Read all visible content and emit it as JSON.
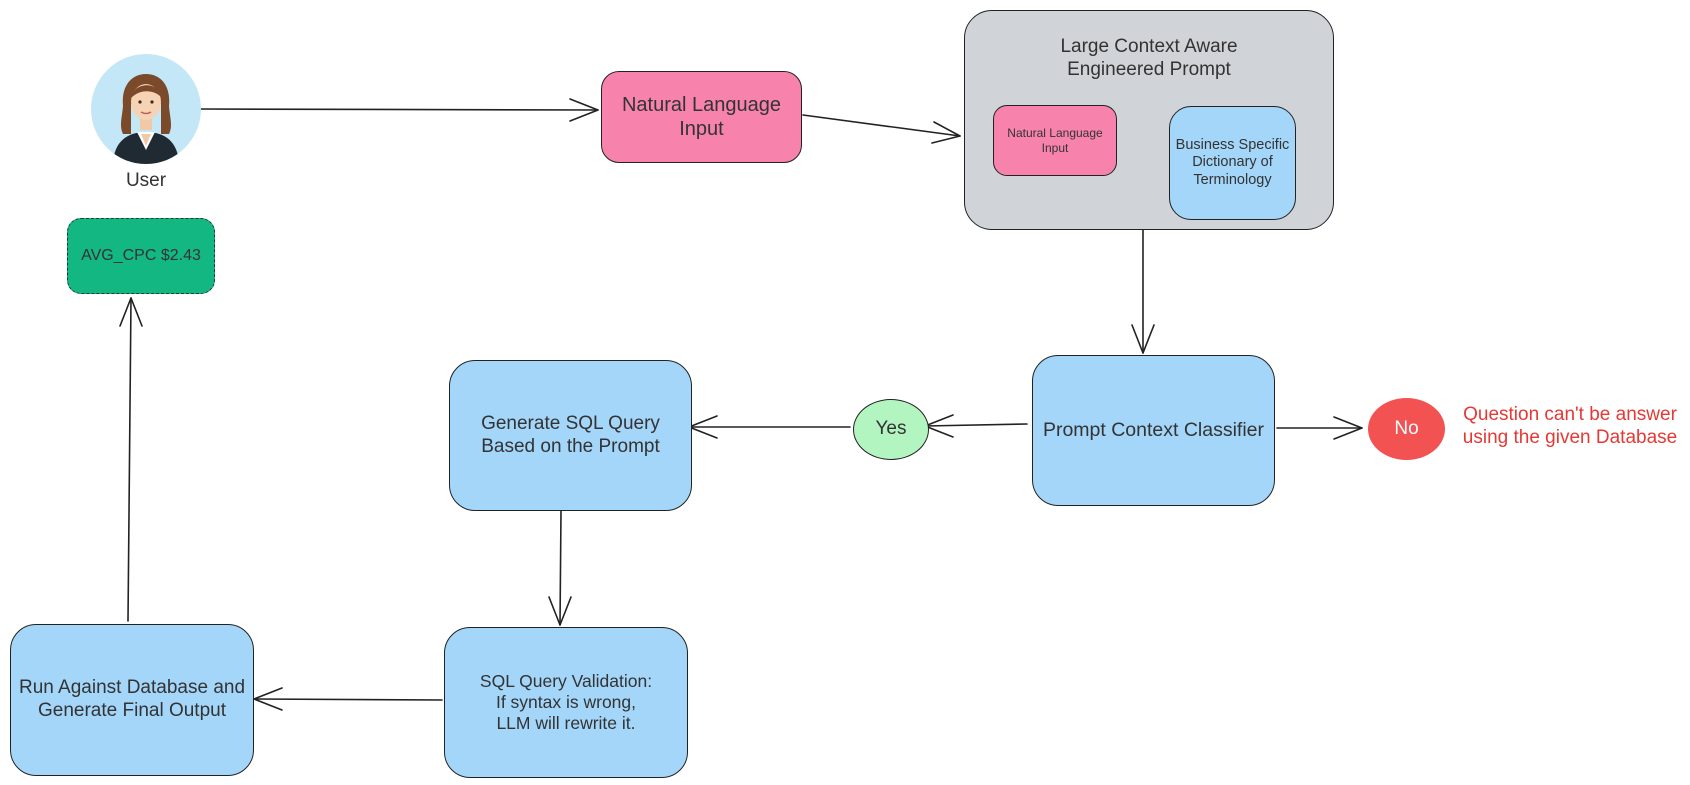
{
  "user": {
    "label": "User"
  },
  "nl_input": {
    "label": "Natural Language\nInput"
  },
  "prompt_group": {
    "title": "Large Context Aware\nEngineered Prompt",
    "nl_input_label": "Natural Language\nInput",
    "dictionary_label": "Business Specific\nDictionary of\nTerminology"
  },
  "classifier": {
    "label": "Prompt Context Classifier"
  },
  "yes": {
    "label": "Yes"
  },
  "no": {
    "label": "No"
  },
  "no_message": {
    "label": "Question can't be answer\nusing the given Database"
  },
  "generate_sql": {
    "label": "Generate SQL Query\nBased on the Prompt"
  },
  "validation": {
    "label": "SQL Query Validation:\nIf syntax is wrong,\nLLM will rewrite it."
  },
  "run_db": {
    "label": "Run Against Database and\nGenerate Final Output"
  },
  "result": {
    "label": "AVG_CPC $2.43"
  },
  "colors": {
    "blue_box": "#a4d6fa",
    "pink_box": "#f783ac",
    "grey_group": "#d0d3d8",
    "yes_node": "#b3f5c0",
    "no_node": "#f25252",
    "result_box": "#13b782",
    "no_message_text": "#e53935",
    "avatar_bg": "#c3e7f7"
  }
}
